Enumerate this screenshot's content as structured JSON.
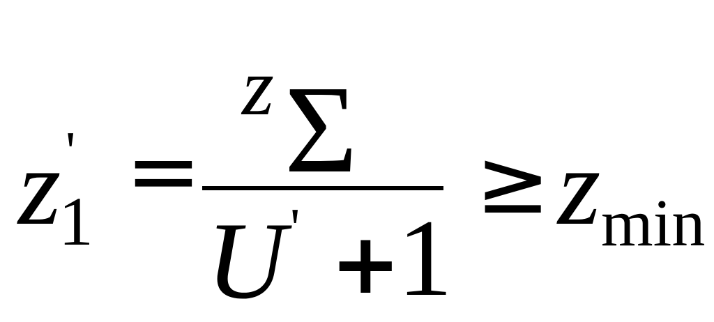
{
  "formula": {
    "lhs": {
      "variable": "z",
      "subscript": "1",
      "prime": "'"
    },
    "equals": "=",
    "numerator": {
      "variable": "z",
      "operator": "Σ"
    },
    "denominator": {
      "variable": "U",
      "prime": "'",
      "plus": "+",
      "one": "1"
    },
    "relation": "≥",
    "rhs": {
      "variable": "z",
      "subscript": "min"
    }
  }
}
